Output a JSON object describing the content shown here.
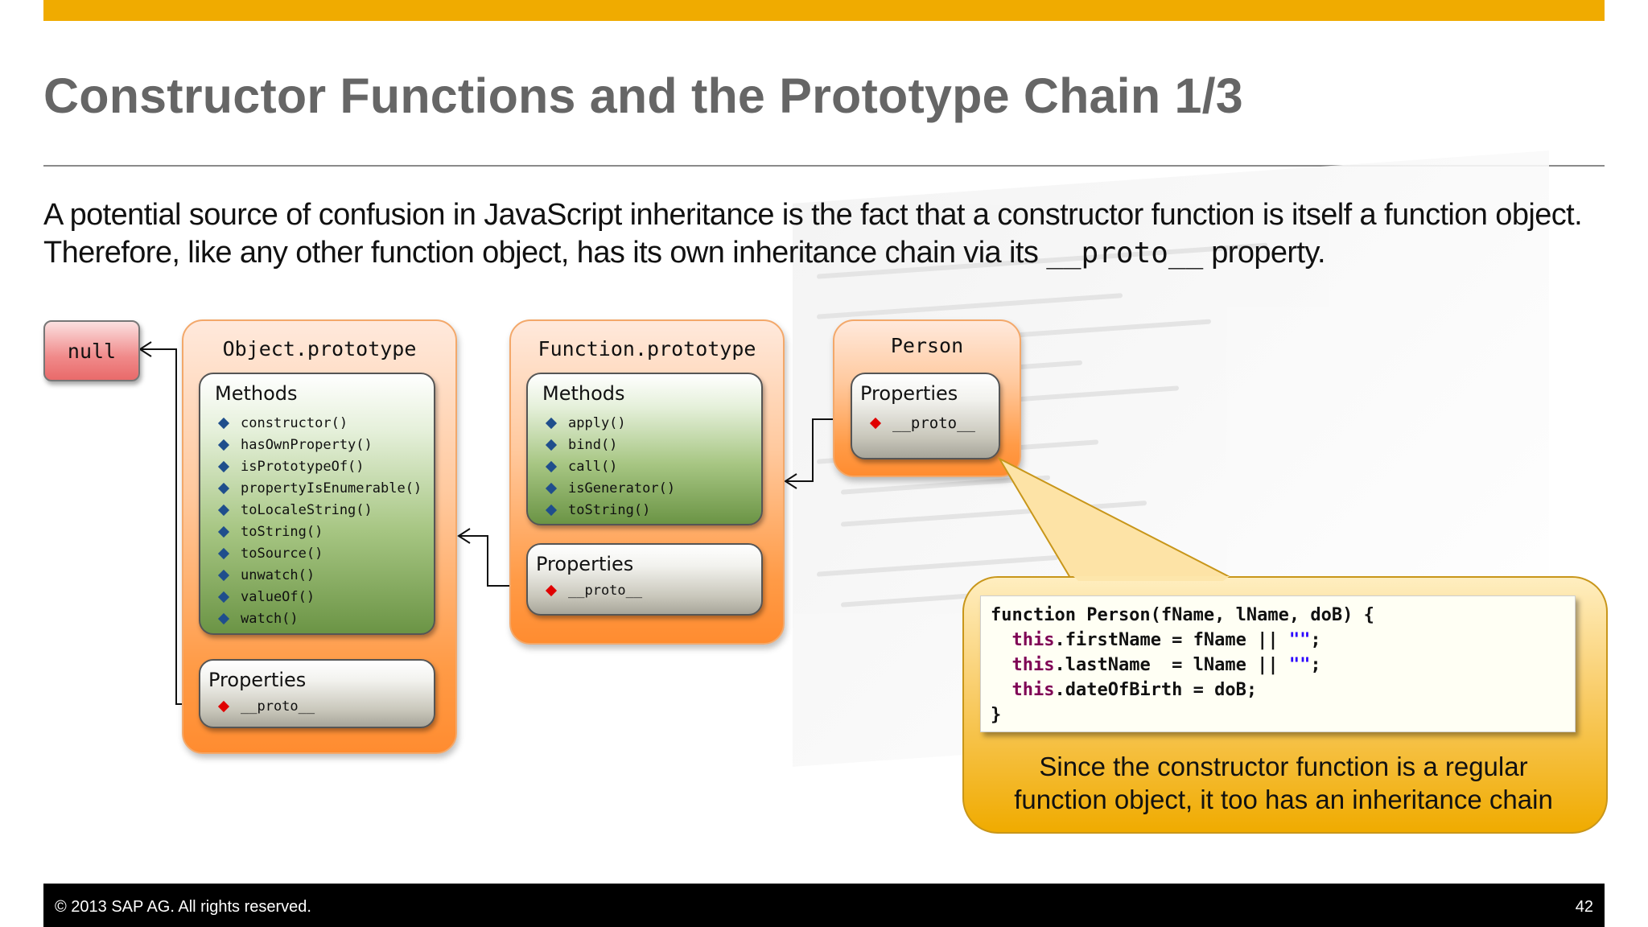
{
  "slide": {
    "title": "Constructor Functions and the Prototype Chain 1/3",
    "intro": {
      "part1": "A potential source of confusion in JavaScript inheritance is the fact that a constructor function is itself a function object.  Therefore, like any other function object, has its own inheritance chain via its ",
      "code": "__proto__",
      "part2": " property."
    }
  },
  "diagram": {
    "null_label": "null",
    "object_prototype": {
      "title": "Object.prototype",
      "methods_label": "Methods",
      "methods": [
        "constructor()",
        "hasOwnProperty()",
        "isPrototypeOf()",
        "propertyIsEnumerable()",
        "toLocaleString()",
        "toString()",
        "toSource()",
        "unwatch()",
        "valueOf()",
        "watch()"
      ],
      "properties_label": "Properties",
      "proto": "__proto__"
    },
    "function_prototype": {
      "title": "Function.prototype",
      "methods_label": "Methods",
      "methods": [
        "apply()",
        "bind()",
        "call()",
        "isGenerator()",
        "toString()"
      ],
      "properties_label": "Properties",
      "proto": "__proto__"
    },
    "person": {
      "title": "Person",
      "properties_label": "Properties",
      "proto": "__proto__"
    }
  },
  "callout": {
    "code": {
      "line1": "function Person(fName, lName, doB) {",
      "l2_kw": "this",
      "l2_rest": ".firstName = fName || ",
      "l3_kw": "this",
      "l3_rest": ".lastName  = lName || ",
      "l4_kw": "this",
      "l4_rest": ".dateOfBirth = doB;",
      "str": "\"\"",
      "semi": ";",
      "line5": "}"
    },
    "text_line1": "Since the constructor function is a regular",
    "text_line2": "function object, it too has an inheritance chain"
  },
  "footer": {
    "copyright": "©  2013 SAP AG. All rights reserved.",
    "page": "42"
  },
  "colors": {
    "accent": "#f0ab00",
    "diamond_blue": "#1f4e8c",
    "diamond_red": "#e00000",
    "title_gray": "#666666"
  }
}
